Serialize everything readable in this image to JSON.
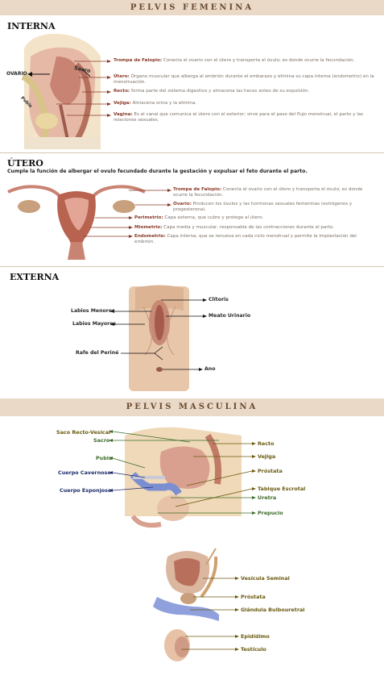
{
  "titles": {
    "female": "PELVIS FEMENINA",
    "male": "PELVIS MASCULINA",
    "interna": "INTERNA",
    "utero": "ÚTERO",
    "externa": "EXTERNA"
  },
  "utero_intro": "Cumple la función de albergar el ovulo fecundado durante la gestación y expulsar el feto durante el parto.",
  "interna": {
    "image_labels": {
      "ovario": "OVARIO",
      "sacro": "Sacro",
      "pubis": "Pubis"
    },
    "items": [
      {
        "term": "Trompa de Falopio:",
        "desc": " Conecta el ovario con el útero y transporta el óvulo; es donde ocurre la fecundación."
      },
      {
        "term": "Útero:",
        "desc": " Órgano muscular que alberga al embrión durante el embarazo y elimina su capa interna (endometrio) en la menstruación."
      },
      {
        "term": "Recto:",
        "desc": " forma parte del sistema digestivo y almacena las heces antes de su expulsión."
      },
      {
        "term": "Vejiga:",
        "desc": " Almacena orina y la elimina."
      },
      {
        "term": "Vagina:",
        "desc": " Es el canal que comunica el útero con el exterior; sirve para el paso del flujo menstrual, el parto y las relaciones sexuales."
      }
    ]
  },
  "utero": {
    "items": [
      {
        "term": "Trompa de Falopio:",
        "desc": " Conecta el ovario con el útero y transporta el óvulo; es donde ocurre la fecundación."
      },
      {
        "term": "Ovario:",
        "desc": " Producen los óvulos y las hormonas sexuales femeninas (estrógenos y progesterona)."
      },
      {
        "term": "Perimetrio:",
        "desc": " Capa externa, que cubre y protege al útero."
      },
      {
        "term": "Miometrio:",
        "desc": " Capa media y muscular, responsable de las contracciones durante el parto."
      },
      {
        "term": "Endometrio:",
        "desc": " Capa interna, que se renueva en cada ciclo menstrual y permite la implantación del embrión."
      }
    ]
  },
  "externa": {
    "left": [
      "Labios Menores",
      "Labios Mayores",
      "Rafe del Periné"
    ],
    "right": [
      "Clítoris",
      "Meato Urinario",
      "Ano"
    ]
  },
  "male1": {
    "left": [
      "Saco Recto-Vesical",
      "Sacro",
      "Pubis",
      "Cuerpo Cavernoso",
      "Cuerpo Esponjoso"
    ],
    "right": [
      "Recto",
      "Vejiga",
      "Próstata",
      "Tabique Escrotal",
      "Uretra",
      "Prepucio"
    ]
  },
  "male2": {
    "right": [
      "Vesícula Seminal",
      "Próstata",
      "Glándula Bulbouretral",
      "Epidídimo",
      "Testículo"
    ]
  },
  "colors": {
    "banner": "#ead9c6",
    "term": "#8a3a28",
    "arrow": "#8a3a28",
    "green": "#3d6b2a",
    "olive": "#6b5a10",
    "navy": "#1e2d6a"
  }
}
